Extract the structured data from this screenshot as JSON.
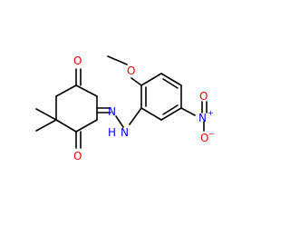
{
  "molecule": {
    "atoms": {
      "o_ring_top": "O",
      "o_ring_bottom": "O",
      "n_imine": "N",
      "n_amine": "N",
      "h_amine": "H",
      "o_methoxy": "O",
      "n_nitro": "N",
      "n_nitro_charge": "+",
      "o_nitro_top": "O",
      "o_nitro_bottom": "O",
      "o_nitro_charge": "−"
    },
    "colors": {
      "oxygen": "#ff0000",
      "nitrogen": "#0000ff",
      "carbon_bond": "#000000"
    }
  }
}
